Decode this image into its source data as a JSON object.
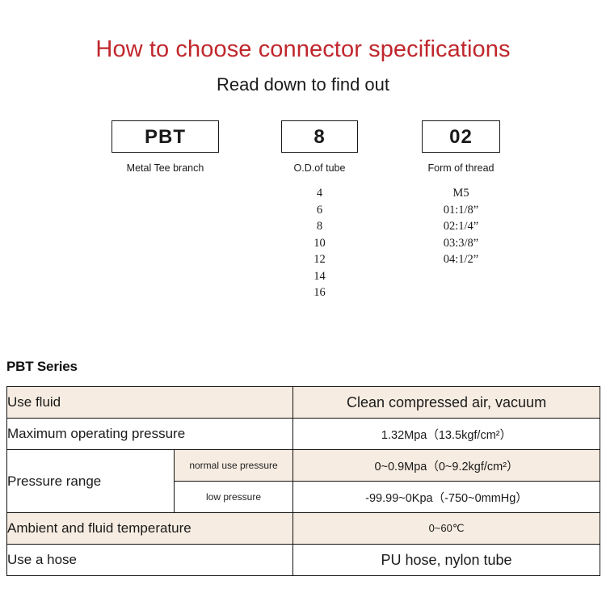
{
  "header": {
    "title": "How to choose connector specifications",
    "subtitle": "Read down to find out",
    "title_color": "#c0272d"
  },
  "code_breakdown": {
    "columns": [
      {
        "code": "PBT",
        "caption": "Metal Tee branch",
        "options": []
      },
      {
        "code": "8",
        "caption": "O.D.of tube",
        "options": [
          "4",
          "6",
          "8",
          "10",
          "12",
          "14",
          "16"
        ]
      },
      {
        "code": "02",
        "caption": "Form of thread",
        "options": [
          "M5",
          "01:1/8”",
          "02:1/4”",
          "03:3/8”",
          "04:1/2”"
        ]
      }
    ]
  },
  "series": {
    "heading": "PBT Series",
    "beige_color": "#f6ece1",
    "rows": [
      {
        "label": "Use fluid",
        "sublabel": null,
        "value": "Clean compressed air, vacuum",
        "shaded": true
      },
      {
        "label": "Maximum operating pressure",
        "sublabel": null,
        "value": "1.32Mpa（13.5kgf/cm²）",
        "shaded": false
      },
      {
        "label": "Pressure range",
        "sublabel": "normal use pressure",
        "value": "0~0.9Mpa（0~9.2kgf/cm²）",
        "shaded": true
      },
      {
        "label": "",
        "sublabel": "low pressure",
        "value": "-99.99~0Kpa（-750~0mmHg）",
        "shaded": false
      },
      {
        "label": "Ambient and fluid temperature",
        "sublabel": null,
        "value": "0~60℃",
        "shaded": true
      },
      {
        "label": "Use a hose",
        "sublabel": null,
        "value": "PU hose, nylon tube",
        "shaded": false
      }
    ]
  }
}
